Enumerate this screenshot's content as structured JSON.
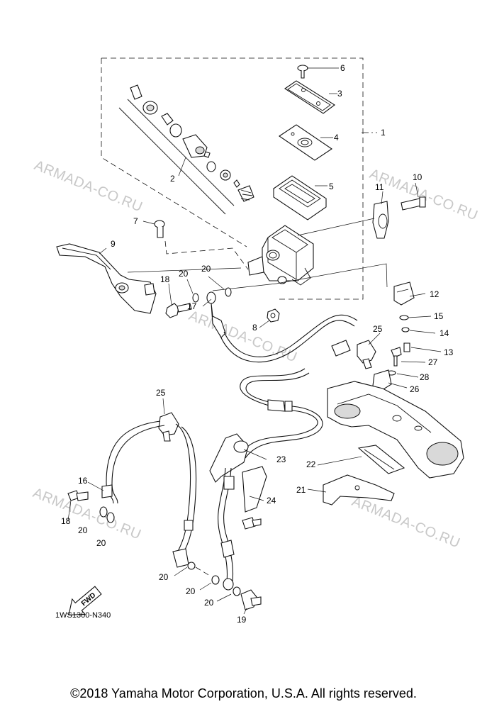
{
  "watermarks": [
    "ARMADA-CO.RU",
    "ARMADA-CO.RU",
    "ARMADA-CO.RU",
    "ARMADA-CO.RU",
    "ARMADA-CO.RU"
  ],
  "callouts": [
    {
      "id": "c1",
      "text": "1"
    },
    {
      "id": "c2",
      "text": "2"
    },
    {
      "id": "c3",
      "text": "3"
    },
    {
      "id": "c4",
      "text": "4"
    },
    {
      "id": "c5",
      "text": "5"
    },
    {
      "id": "c6",
      "text": "6"
    },
    {
      "id": "c7",
      "text": "7"
    },
    {
      "id": "c8",
      "text": "8"
    },
    {
      "id": "c9",
      "text": "9"
    },
    {
      "id": "c10",
      "text": "10"
    },
    {
      "id": "c11",
      "text": "11"
    },
    {
      "id": "c12",
      "text": "12"
    },
    {
      "id": "c13",
      "text": "13"
    },
    {
      "id": "c14",
      "text": "14"
    },
    {
      "id": "c15",
      "text": "15"
    },
    {
      "id": "c16",
      "text": "16"
    },
    {
      "id": "c17",
      "text": "17"
    },
    {
      "id": "c18a",
      "text": "18"
    },
    {
      "id": "c18b",
      "text": "18"
    },
    {
      "id": "c19",
      "text": "19"
    },
    {
      "id": "c20a",
      "text": "20"
    },
    {
      "id": "c20b",
      "text": "20"
    },
    {
      "id": "c20c",
      "text": "20"
    },
    {
      "id": "c20d",
      "text": "20"
    },
    {
      "id": "c20e",
      "text": "20"
    },
    {
      "id": "c20f",
      "text": "20"
    },
    {
      "id": "c20g",
      "text": "20"
    },
    {
      "id": "c21",
      "text": "21"
    },
    {
      "id": "c22",
      "text": "22"
    },
    {
      "id": "c23",
      "text": "23"
    },
    {
      "id": "c24",
      "text": "24"
    },
    {
      "id": "c25a",
      "text": "25"
    },
    {
      "id": "c25b",
      "text": "25"
    },
    {
      "id": "c26",
      "text": "26"
    },
    {
      "id": "c27",
      "text": "27"
    },
    {
      "id": "c28",
      "text": "28"
    }
  ],
  "fwd_label": "FWD",
  "diagram_code": "1WS1300-N340",
  "copyright": "©2018 Yamaha Motor Corporation, U.S.A. All rights reserved."
}
